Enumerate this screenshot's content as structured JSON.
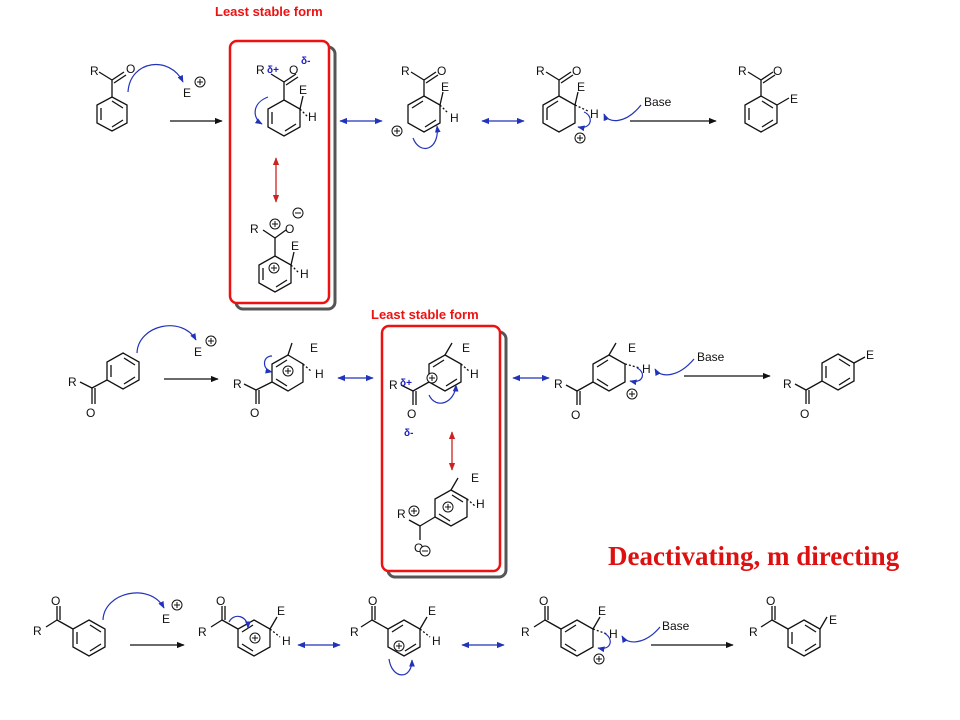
{
  "labels": {
    "least_stable_top": "Least stable form",
    "least_stable_mid": "Least stable form",
    "conclusion": "Deactivating, m directing",
    "base": "Base",
    "R": "R",
    "O": "O",
    "E": "E",
    "H": "H",
    "delta_plus": "δ+",
    "delta_minus": "δ-"
  },
  "colors": {
    "highlight_box": "#ee1111",
    "curly_arrow": "#2233bb",
    "resonance_arrow": "#2233bb",
    "red_resonance": "#cc2222",
    "conclusion_text": "#dd1111"
  }
}
